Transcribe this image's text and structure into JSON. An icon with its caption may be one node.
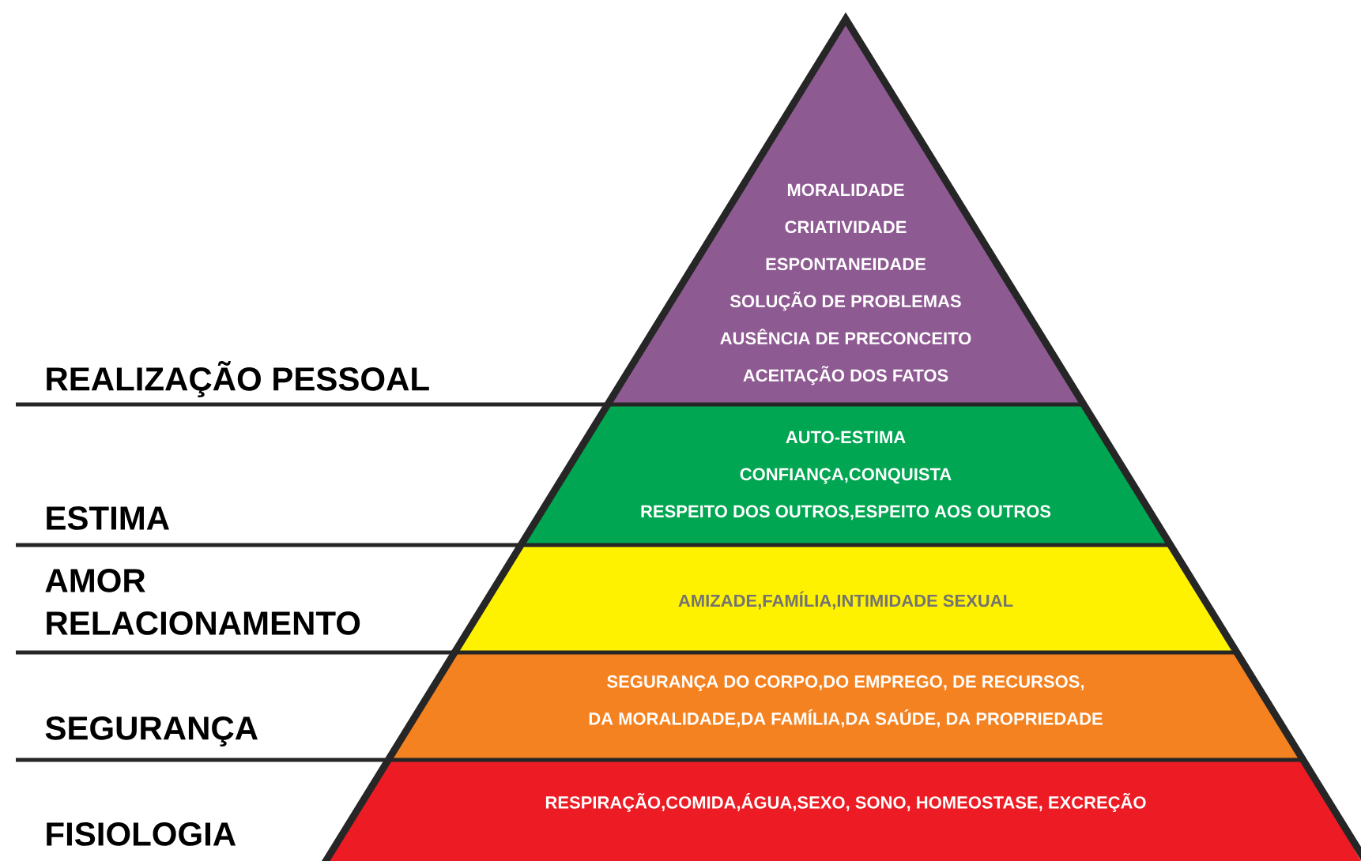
{
  "diagram": {
    "nodes": [
      {
        "text": [
          "MORALIDADE",
          "CRIATIVIDADE",
          "ESPONTANEIDADE",
          "SOLUÇÃO DE PROBLEMAS",
          "AUSÊNCIA DE PRECONCEITO",
          "ACEITAÇÃO DOS FATOS"
        ]
      },
      {
        "text": [
          "AUTO-ESTIMA",
          "CONFIANÇA,CONQUISTA",
          "RESPEITO DOS OUTROS,ESPEITO AOS OUTROS"
        ]
      },
      {
        "text": [
          "AMIZADE,FAMÍLIA,INTIMIDADE SEXUAL"
        ]
      },
      {
        "text": [
          "SEGURANÇA DO CORPO,DO EMPREGO, DE RECURSOS,",
          "DA MORALIDADE,DA FAMÍLIA,DA SAÚDE, DA PROPRIEDADE"
        ]
      },
      {
        "text": [
          "RESPIRAÇÃO,COMIDA,ÁGUA,SEXO, SONO, HOMEOSTASE, EXCREÇÃO"
        ]
      }
    ],
    "labels": [
      "REALIZAÇÃO PESSOAL",
      "ESTIMA",
      "AMOR RELACIONAMENTO",
      "SEGURANÇA",
      "FISIOLOGIA"
    ]
  }
}
